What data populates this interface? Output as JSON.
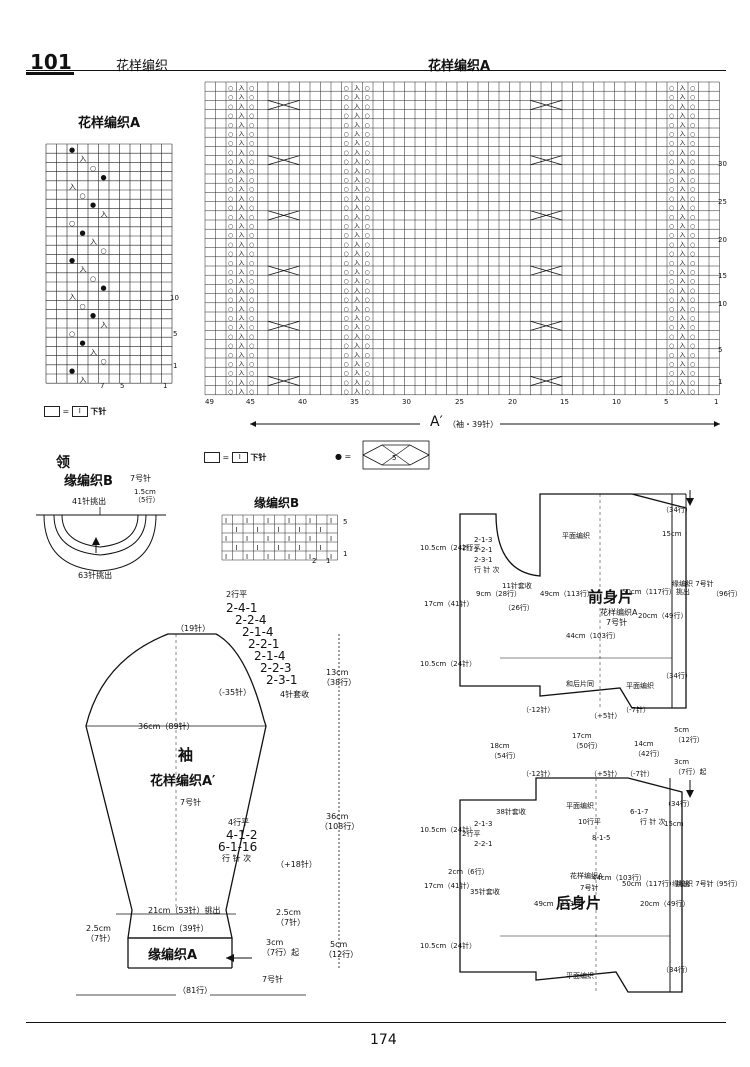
{
  "header": {
    "pattern_number": "101",
    "title_left": "花样编织",
    "title_main_chart": "花样编织A"
  },
  "small_chart": {
    "title": "花样编织A",
    "row_labels": [
      "1",
      "5",
      "10"
    ],
    "col_labels": [
      "7",
      "5",
      "1"
    ]
  },
  "main_chart": {
    "row_labels": [
      "1",
      "5",
      "10",
      "15",
      "20",
      "25",
      "30"
    ],
    "col_labels": [
      "49",
      "45",
      "40",
      "35",
      "30",
      "25",
      "20",
      "15",
      "10",
      "5",
      "1"
    ],
    "bottom_label": "A′",
    "bottom_sub": "（袖・39针）"
  },
  "legend": {
    "equals": "=",
    "stitch_symbol": "Ⅰ",
    "knit_label": "下针",
    "dot_symbol": "●",
    "cable_number": "5"
  },
  "collar": {
    "title": "领",
    "subtitle": "缘编织B",
    "needle": "7号针",
    "pickup_top": "41针挑出",
    "depth_cm": "1.5cm",
    "depth_rows": "（5行）",
    "pickup_bottom": "63针挑出"
  },
  "chart_b": {
    "title": "缘编织B",
    "row_labels": [
      "1",
      "5"
    ],
    "col_labels": [
      "2",
      "1"
    ]
  },
  "sleeve": {
    "title": "袖",
    "pattern": "花样编织A′",
    "needle": "7号针",
    "top_sts": "（19针）",
    "cap_rows_1": "2行平",
    "cap_rows_2": "2-4-1",
    "cap_rows_3": "2-2-4",
    "cap_rows_4": "2-1-4",
    "cap_rows_5": "2-2-1",
    "cap_rows_6": "2-1-4",
    "cap_rows_7": "2-2-3",
    "cap_rows_8": "2-3-1",
    "cap_bindoff": "4针套收",
    "cap_dec": "（-35针）",
    "cap_height_cm": "13cm",
    "cap_height_rows": "（38行）",
    "width_label": "36cm（89针）",
    "inc_1": "4行平",
    "inc_2": "4-1-2",
    "inc_3": "6-1-16",
    "inc_4": "行 针 次",
    "inc_total": "（+18针）",
    "length_cm": "36cm",
    "length_rows": "（108行）",
    "cuff_width": "21cm（53针）挑出",
    "cuff_inner": "16cm（39针）",
    "cuff_left_cm": "2.5cm",
    "cuff_left_rows": "（7针）",
    "cuff_right_cm": "2.5cm",
    "cuff_right_rows": "（7针）",
    "cuff_label": "缘编织A",
    "cuff_height_cm": "3cm",
    "cuff_height_rows": "（7行）起",
    "cuff_needle": "7号针",
    "edge_cm": "5cm",
    "edge_rows": "（12行）",
    "bottom_rows": "（81行）"
  },
  "front": {
    "title": "前身片",
    "pattern": "花样编织A",
    "needle": "7号针",
    "plain": "平面编织",
    "plain2": "平面编织",
    "and_back": "和后片同",
    "neck_1": "2行平",
    "neck_2": "2-1-3",
    "neck_3": "2-2-1",
    "neck_4": "2-3-1",
    "neck_5": "行 针 次",
    "neck_bindoff": "11针套收",
    "neck_cm": "9cm（28行）",
    "neck_rows": "（26行）",
    "neck_w": "10.5cm（24针）",
    "shoulder_w": "10.5cm（24针）",
    "h1": "49cm（113行）",
    "h2": "44cm（103行）",
    "w1": "17cm（41针）",
    "side_cm": "15cm",
    "side_rows": "（34行）",
    "hem_1": "50cm（117行）挑出",
    "hem_2": "20cm（49行）",
    "edge": "缘编织 7号针",
    "total": "（96行）",
    "left_inc": "（-12针）",
    "chest": "（+5针）",
    "bottom": "（-7针）",
    "bottom2": "（34行）"
  },
  "middle": {
    "m1": "18cm",
    "m2": "（54行）",
    "m3": "17cm",
    "m4": "（50行）",
    "m5": "14cm",
    "m6": "（42行）",
    "m7": "5cm",
    "m8": "（12行）",
    "m9": "3cm",
    "m10": "（7行）起"
  },
  "back": {
    "title": "后身片",
    "pattern": "花样编织A",
    "needle": "7号针",
    "plain": "平面编织",
    "plain2": "平面编织",
    "neck_1": "2行平",
    "neck_2": "2-1-3",
    "neck_3": "2-2-1",
    "neck_bindoff": "38针套收",
    "neck_cm": "2cm（6行）",
    "shoulder_sts": "35针套收",
    "shoulder_w": "10.5cm（24针）",
    "h1": "49cm（113行）",
    "h2": "44cm（103行）",
    "w1": "17cm（41针）",
    "w2": "10.5cm（24针）",
    "inc_1": "10行平",
    "inc_2": "8-1-5",
    "dec_1": "6-1-7",
    "dec_2": "行 针 次",
    "side_cm": "15cm",
    "side_rows": "（34行）",
    "hem_1": "50cm（117行）挑出",
    "hem_2": "20cm（49行）",
    "edge": "缘编织 7号针",
    "total": "（95行）",
    "left_inc": "（-12针）",
    "chest": "（+5针）",
    "bottom": "（-7针）",
    "bottom2": "（34行）"
  },
  "footer": {
    "page": "174"
  }
}
